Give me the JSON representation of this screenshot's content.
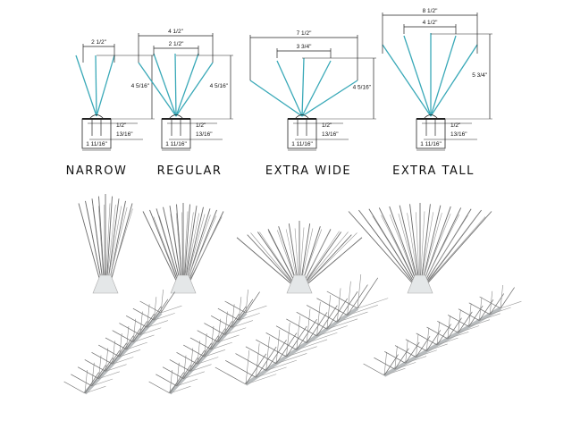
{
  "colors": {
    "spike_line": "#3aa9b8",
    "dimension_line": "#222222",
    "photo_spike": "#6b6b6b"
  },
  "products": [
    {
      "name": "NARROW",
      "width_outer": "2 1/2\"",
      "width_inner": "",
      "height": "4 5/16\"",
      "base_a": "1/2\"",
      "base_b": "13/16\"",
      "base_c": "1 11/16\""
    },
    {
      "name": "REGULAR",
      "width_outer": "4 1/2\"",
      "width_inner": "2 1/2\"",
      "height": "4 5/16\"",
      "base_a": "1/2\"",
      "base_b": "13/16\"",
      "base_c": "1 11/16\""
    },
    {
      "name": "EXTRA WIDE",
      "width_outer": "7 1/2\"",
      "width_inner": "3 3/4\"",
      "height": "4 5/16\"",
      "base_a": "1/2\"",
      "base_b": "13/16\"",
      "base_c": "1 11/16\""
    },
    {
      "name": "EXTRA TALL",
      "width_outer": "8 1/2\"",
      "width_inner": "4 1/2\"",
      "height": "5 3/4\"",
      "base_a": "1/2\"",
      "base_b": "13/16\"",
      "base_c": "1 11/16\""
    }
  ]
}
